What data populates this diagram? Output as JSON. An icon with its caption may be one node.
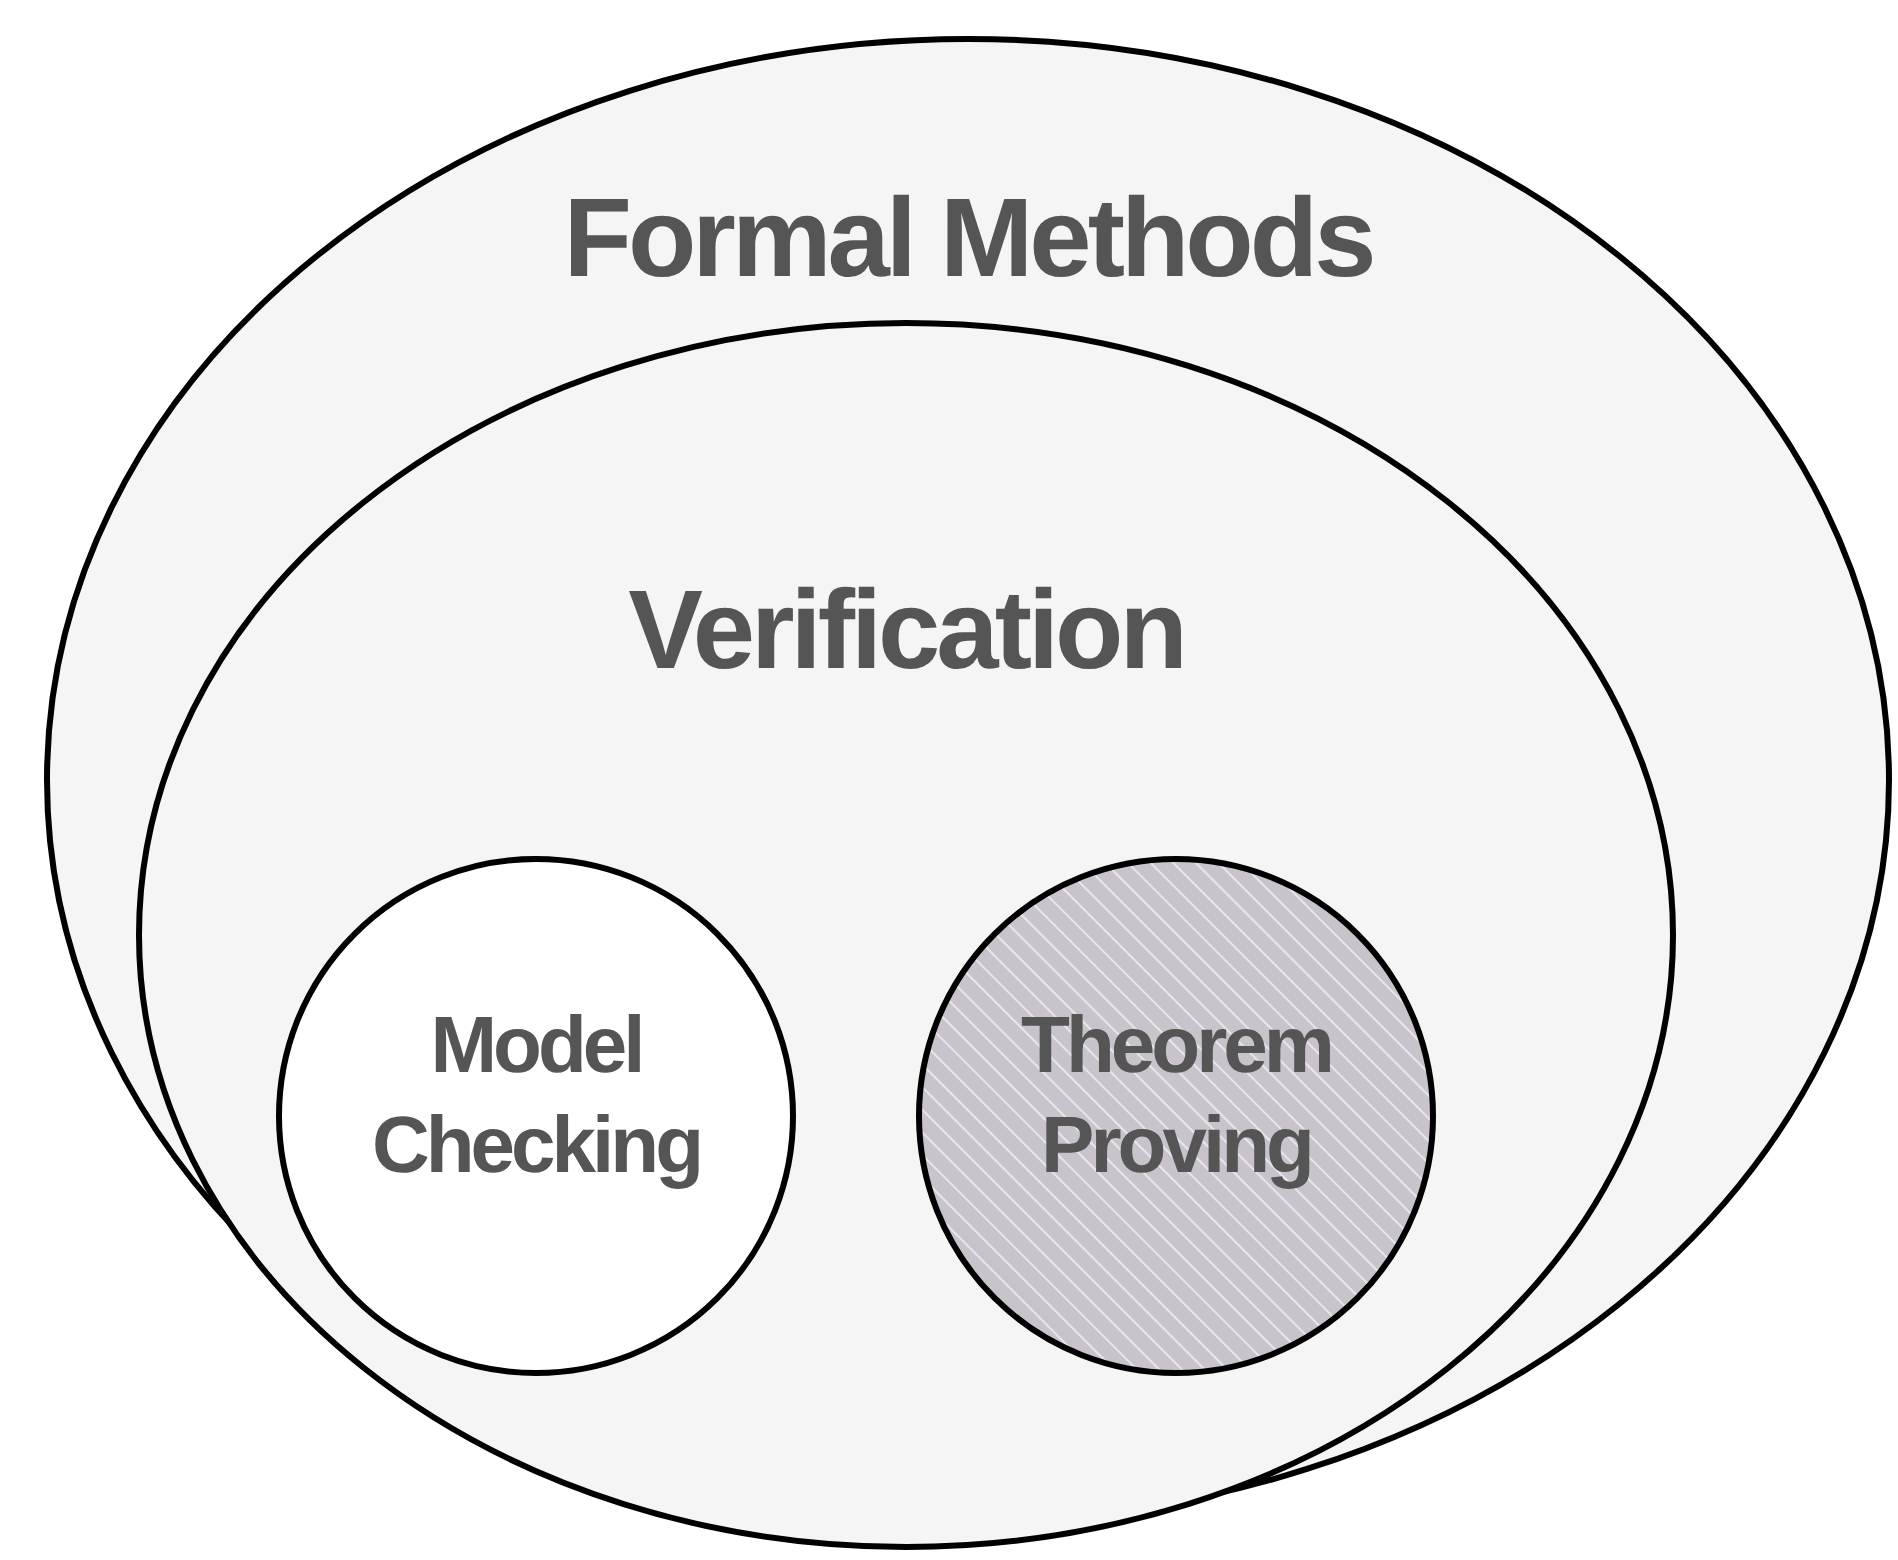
{
  "diagram": {
    "nodes": [
      {
        "text": [
          "Formal Methods"
        ]
      },
      {
        "text": [
          "Verification"
        ],
        "in": 0
      },
      {
        "text": [
          "Model Checking"
        ],
        "in": 1
      },
      {
        "text": [
          "Theorem Proving"
        ],
        "in": 1
      }
    ]
  }
}
